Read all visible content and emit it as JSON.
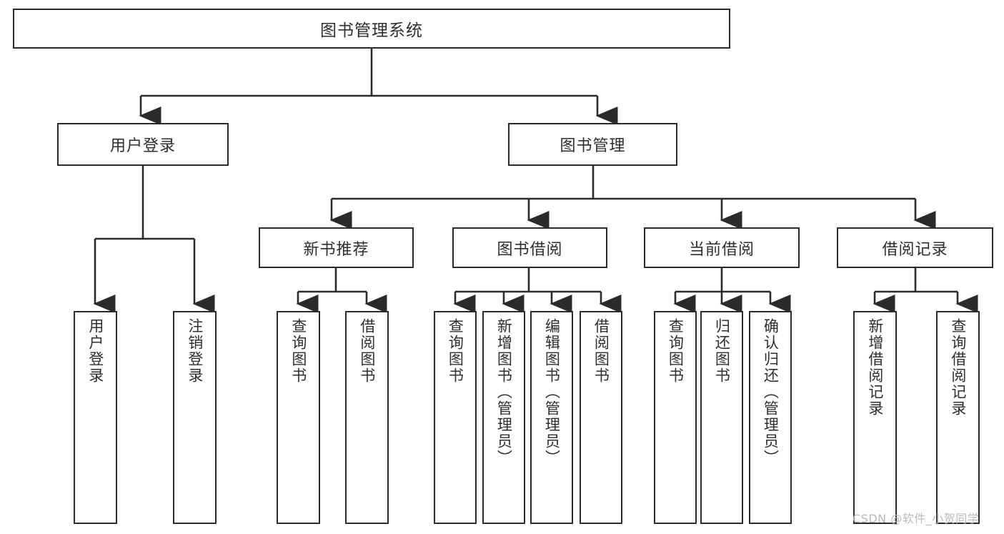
{
  "diagram": {
    "title": "图书管理系统",
    "type": "hierarchy-tree",
    "stroke_color": "#2b2b2b",
    "fill_color": "#ffffff",
    "text_color": "#2e2e2e",
    "root": {
      "label": "图书管理系统"
    },
    "level2": [
      {
        "label": "用户登录"
      },
      {
        "label": "图书管理"
      }
    ],
    "level3": [
      {
        "label": "新书推荐"
      },
      {
        "label": "图书借阅"
      },
      {
        "label": "当前借阅"
      },
      {
        "label": "借阅记录"
      }
    ],
    "leaves": {
      "user_login": [
        {
          "label": "用户登录"
        },
        {
          "label": "注销登录"
        }
      ],
      "new_book_recommend": [
        {
          "label": "查询图书"
        },
        {
          "label": "借阅图书"
        }
      ],
      "book_borrow": [
        {
          "label": "查询图书"
        },
        {
          "label": "新增图书（管理员）"
        },
        {
          "label": "编辑图书（管理员）"
        },
        {
          "label": "借阅图书"
        }
      ],
      "current_borrow": [
        {
          "label": "查询图书"
        },
        {
          "label": "归还图书"
        },
        {
          "label": "确认归还（管理员）"
        }
      ],
      "borrow_record": [
        {
          "label": "新增借阅记录"
        },
        {
          "label": "查询借阅记录"
        }
      ]
    }
  },
  "watermark": {
    "text": "CSDN @软件_小贺同学"
  }
}
